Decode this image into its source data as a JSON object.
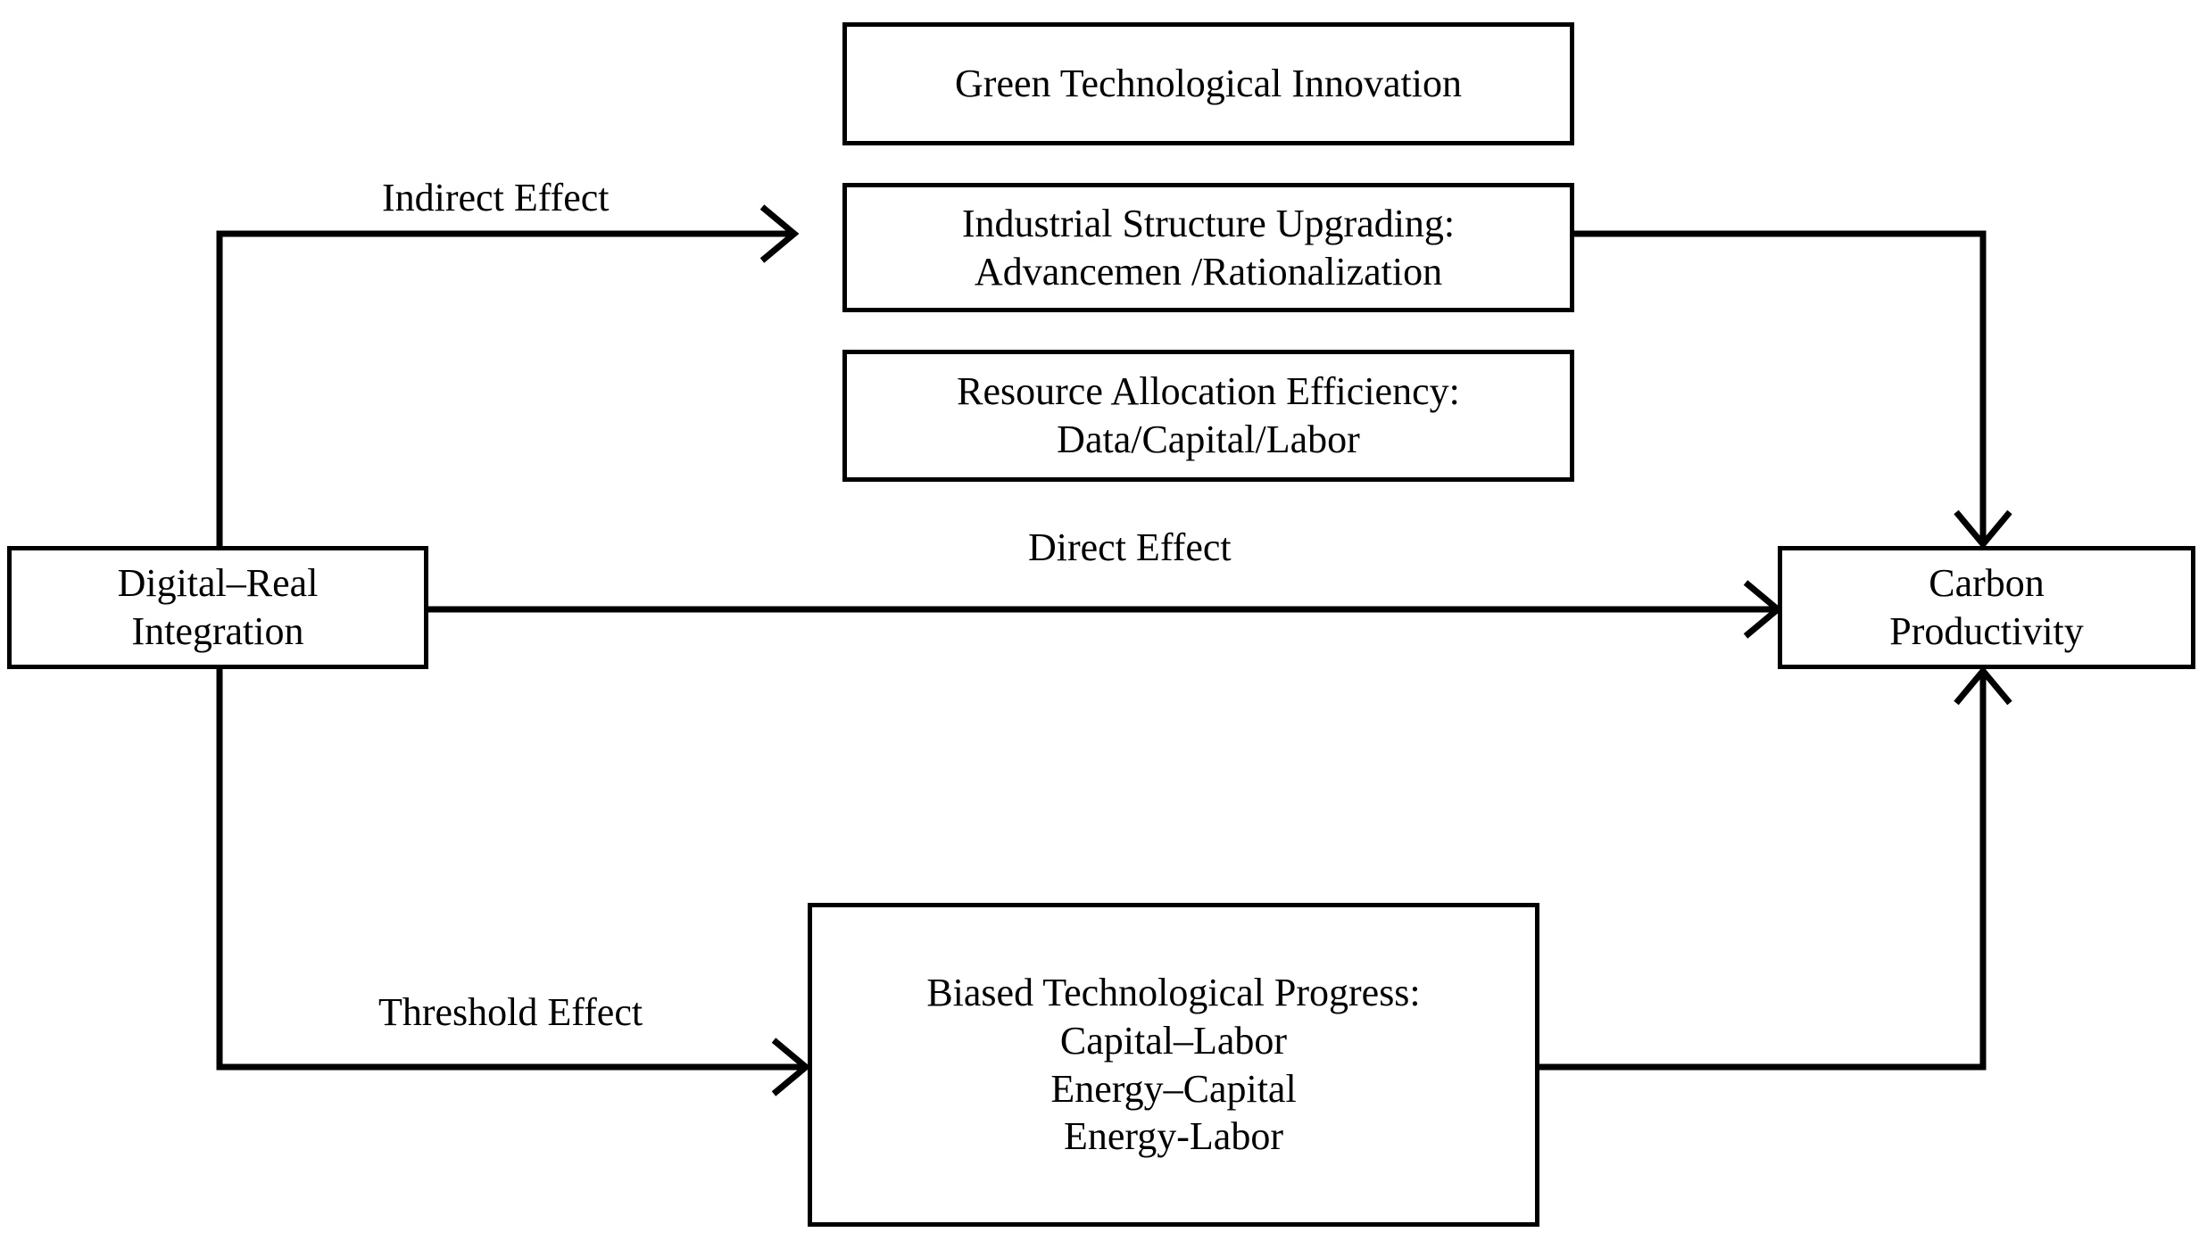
{
  "diagram": {
    "title": "Digital-Real Integration and Carbon Productivity Mechanism Diagram",
    "type": "flow-diagram",
    "background_color": "#ffffff",
    "stroke_color": "#000000",
    "nodes": [
      {
        "id": "green-tech",
        "lines": [
          "Green Technological Innovation"
        ],
        "role": "mediator"
      },
      {
        "id": "industrial",
        "lines": [
          "Industrial Structure Upgrading:",
          "Advancemen /Rationalization"
        ],
        "role": "mediator"
      },
      {
        "id": "resource",
        "lines": [
          "Resource Allocation Efficiency:",
          "Data/Capital/Labor"
        ],
        "role": "mediator"
      },
      {
        "id": "digital",
        "lines": [
          "Digital–Real",
          "Integration"
        ],
        "role": "source"
      },
      {
        "id": "carbon",
        "lines": [
          "Carbon",
          "Productivity"
        ],
        "role": "outcome"
      },
      {
        "id": "biased",
        "lines": [
          "Biased Technological Progress:",
          "Capital–Labor",
          "Energy–Capital",
          "Energy-Labor"
        ],
        "role": "threshold-moderator"
      }
    ],
    "edge_labels": {
      "indirect": "Indirect Effect",
      "direct": "Direct Effect",
      "threshold": "Threshold Effect"
    },
    "edges": [
      {
        "id": "indirect",
        "from": "digital",
        "to": "industrial",
        "label": "Indirect Effect",
        "arrow": true
      },
      {
        "id": "direct",
        "from": "digital",
        "to": "carbon",
        "label": "Direct Effect",
        "arrow": true
      },
      {
        "id": "threshold",
        "from": "digital",
        "to": "biased",
        "label": "Threshold Effect",
        "arrow": true
      },
      {
        "id": "industrial-to-carbon",
        "from": "industrial",
        "to": "carbon",
        "label": "",
        "arrow": true
      },
      {
        "id": "biased-to-carbon",
        "from": "biased",
        "to": "carbon",
        "label": "",
        "arrow": true
      }
    ]
  }
}
